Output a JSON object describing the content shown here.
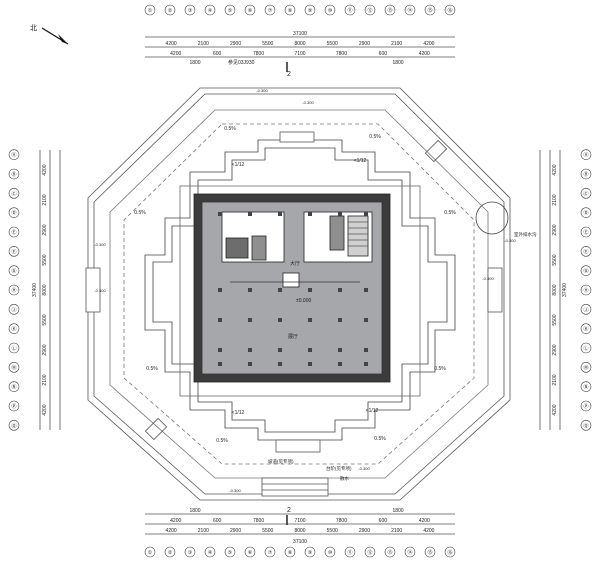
{
  "drawing": {
    "title": "",
    "north_label": "北",
    "top_dims_row1": [
      "4200",
      "2100",
      "2900",
      "5500",
      "8000",
      "5500",
      "2900",
      "2100",
      "4200"
    ],
    "top_dims_row2": [
      "4200",
      "600",
      "7800",
      "7100",
      "7800",
      "600",
      "4200"
    ],
    "top_dim_small": [
      "1800",
      "1800"
    ],
    "top_total": "37100",
    "bottom_dims_row1": [
      "4200",
      "2100",
      "2900",
      "5500",
      "8000",
      "5500",
      "2900",
      "2100",
      "4200"
    ],
    "bottom_dims_row2": [
      "4200",
      "600",
      "7800",
      "7100",
      "7800",
      "600",
      "4200"
    ],
    "bottom_dim_small": [
      "1800",
      "1800"
    ],
    "bottom_total": "37100",
    "left_dims": [
      "4200",
      "2100",
      "2900",
      "5500",
      "8000",
      "5500",
      "2900",
      "2100",
      "4200"
    ],
    "left_total": "37400",
    "right_dims": [
      "4200",
      "2100",
      "2900",
      "5500",
      "8000",
      "5500",
      "2900",
      "2100",
      "4200"
    ],
    "right_total": "37400",
    "slope_labels": [
      "0.5%",
      "0.5%",
      "0.5%",
      "0.5%",
      "0.5%",
      "0.5%",
      "0.5%",
      "0.5%"
    ],
    "level_labels": [
      "-0.300",
      "-0.300",
      "-0.300",
      "-0.300",
      "-0.300",
      "-0.300",
      "-0.300",
      "-0.300"
    ],
    "ramp_labels": [
      "<1/12",
      "<1/12",
      "<1/12",
      "<1/12"
    ],
    "hall_label": "大厅",
    "center_label": "展厅",
    "center_level": "±0.000",
    "section_marks": [
      "2",
      "2"
    ],
    "bottom_note_1": "坡道(见专项)",
    "bottom_note_2": "台阶(见专项)",
    "bottom_note_3": "散水",
    "right_note": "室外排水沟",
    "detail_ref": "参见03J930",
    "axis_top": [
      "①",
      "②",
      "③",
      "④",
      "⑤",
      "⑥",
      "⑦",
      "⑧",
      "⑨",
      "⑩",
      "⑪",
      "⑫",
      "⑬",
      "⑭",
      "⑮",
      "⑯"
    ],
    "axis_side": [
      "Ⓐ",
      "Ⓑ",
      "Ⓒ",
      "Ⓓ",
      "Ⓔ",
      "Ⓕ",
      "Ⓖ",
      "Ⓗ",
      "Ⓙ",
      "Ⓚ",
      "Ⓛ",
      "Ⓜ",
      "Ⓝ",
      "Ⓟ",
      "Ⓠ"
    ]
  }
}
